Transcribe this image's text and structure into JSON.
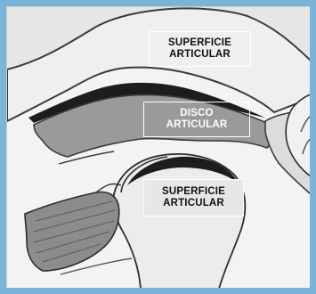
{
  "labels": {
    "top": [
      "SUPERFICIE",
      "ARTICULAR"
    ],
    "disc": [
      "DISCO",
      "ARTICULAR"
    ],
    "condyle": [
      "SUPERFICIE",
      "ARTICULAR"
    ]
  },
  "colors": {
    "frame": "#7bb4d9",
    "bone_light": "#ededed",
    "disc": "#9a9a9a",
    "dark_layer": "#202020",
    "muscle": "#8a8a8a"
  }
}
